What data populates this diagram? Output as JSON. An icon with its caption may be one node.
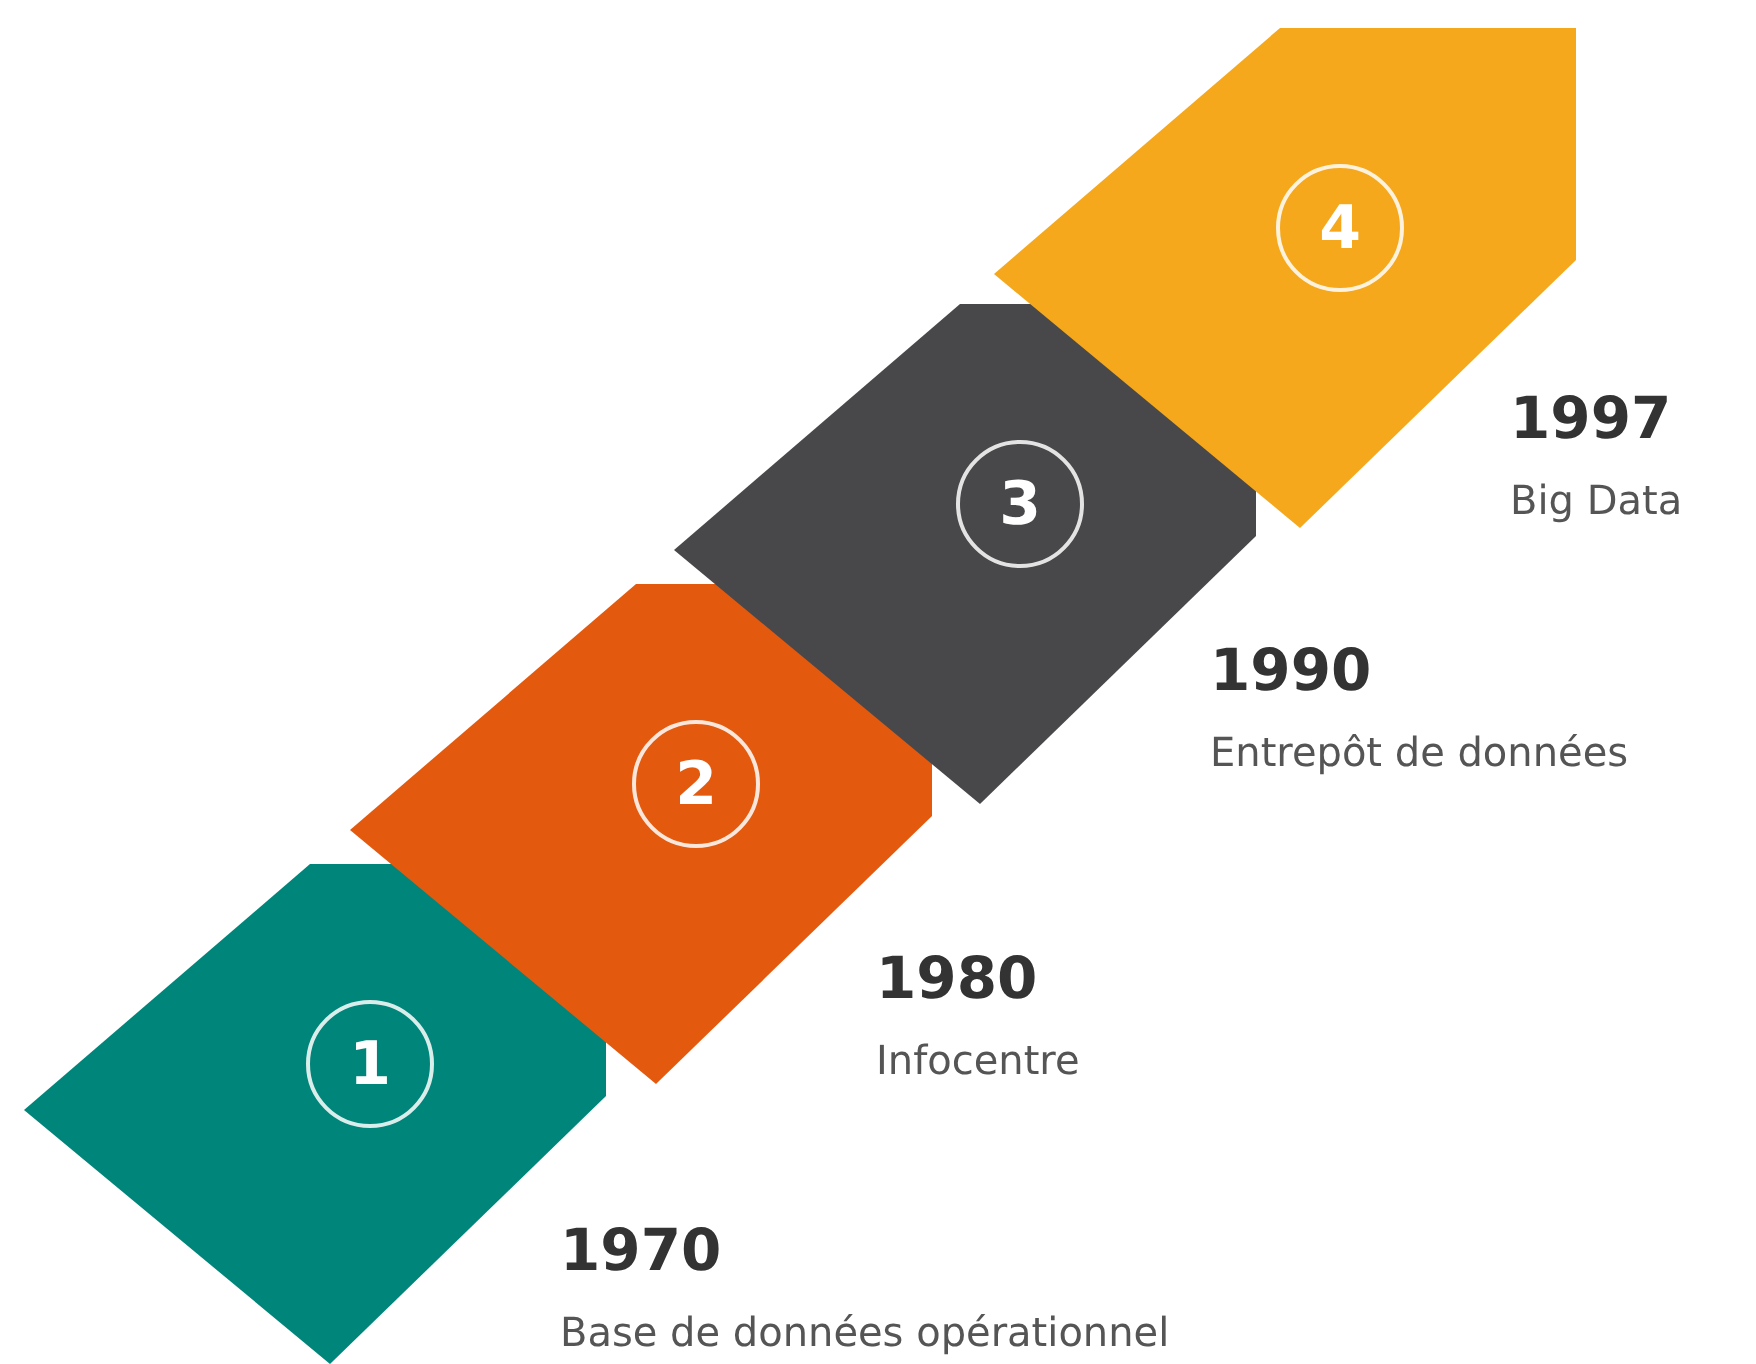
{
  "diagram": {
    "nodes": [
      {
        "text": [
          "1"
        ],
        "beside": [
          "1970",
          "Base de données opérationnel"
        ]
      },
      {
        "text": [
          "2"
        ],
        "beside": [
          "1980",
          "Infocentre"
        ]
      },
      {
        "text": [
          "3"
        ],
        "beside": [
          "1990",
          "Entrepôt de données"
        ]
      },
      {
        "text": [
          "4"
        ],
        "beside": [
          "1997",
          "Big Data"
        ]
      }
    ]
  }
}
